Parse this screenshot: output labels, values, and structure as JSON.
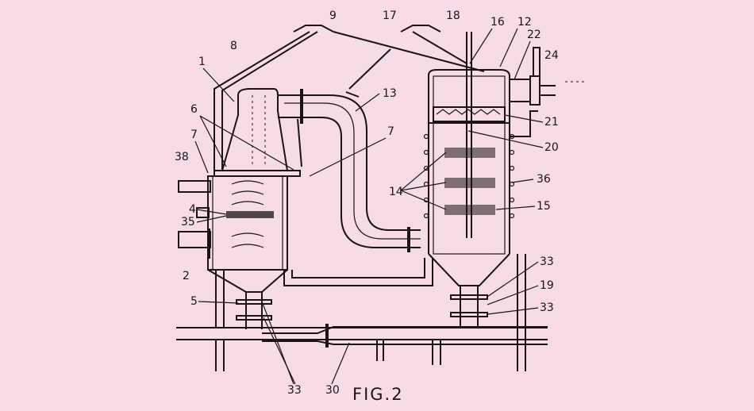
{
  "figure": {
    "caption": "FIG.2",
    "labels": {
      "l1": "1",
      "l2": "2",
      "l4": "4",
      "l5": "5",
      "l6": "6",
      "l7a": "7",
      "l7b": "7",
      "l8": "8",
      "l9": "9",
      "l12": "12",
      "l13": "13",
      "l14": "14",
      "l15": "15",
      "l16": "16",
      "l17": "17",
      "l18": "18",
      "l19": "19",
      "l20": "20",
      "l21": "21",
      "l22": "22",
      "l24": "24",
      "l30": "30",
      "l33a": "33",
      "l33b": "33",
      "l33c": "33",
      "l35": "35",
      "l36": "36",
      "l38": "38"
    },
    "colors": {
      "background": "#f7dce6",
      "ink": "#1a1418"
    }
  }
}
